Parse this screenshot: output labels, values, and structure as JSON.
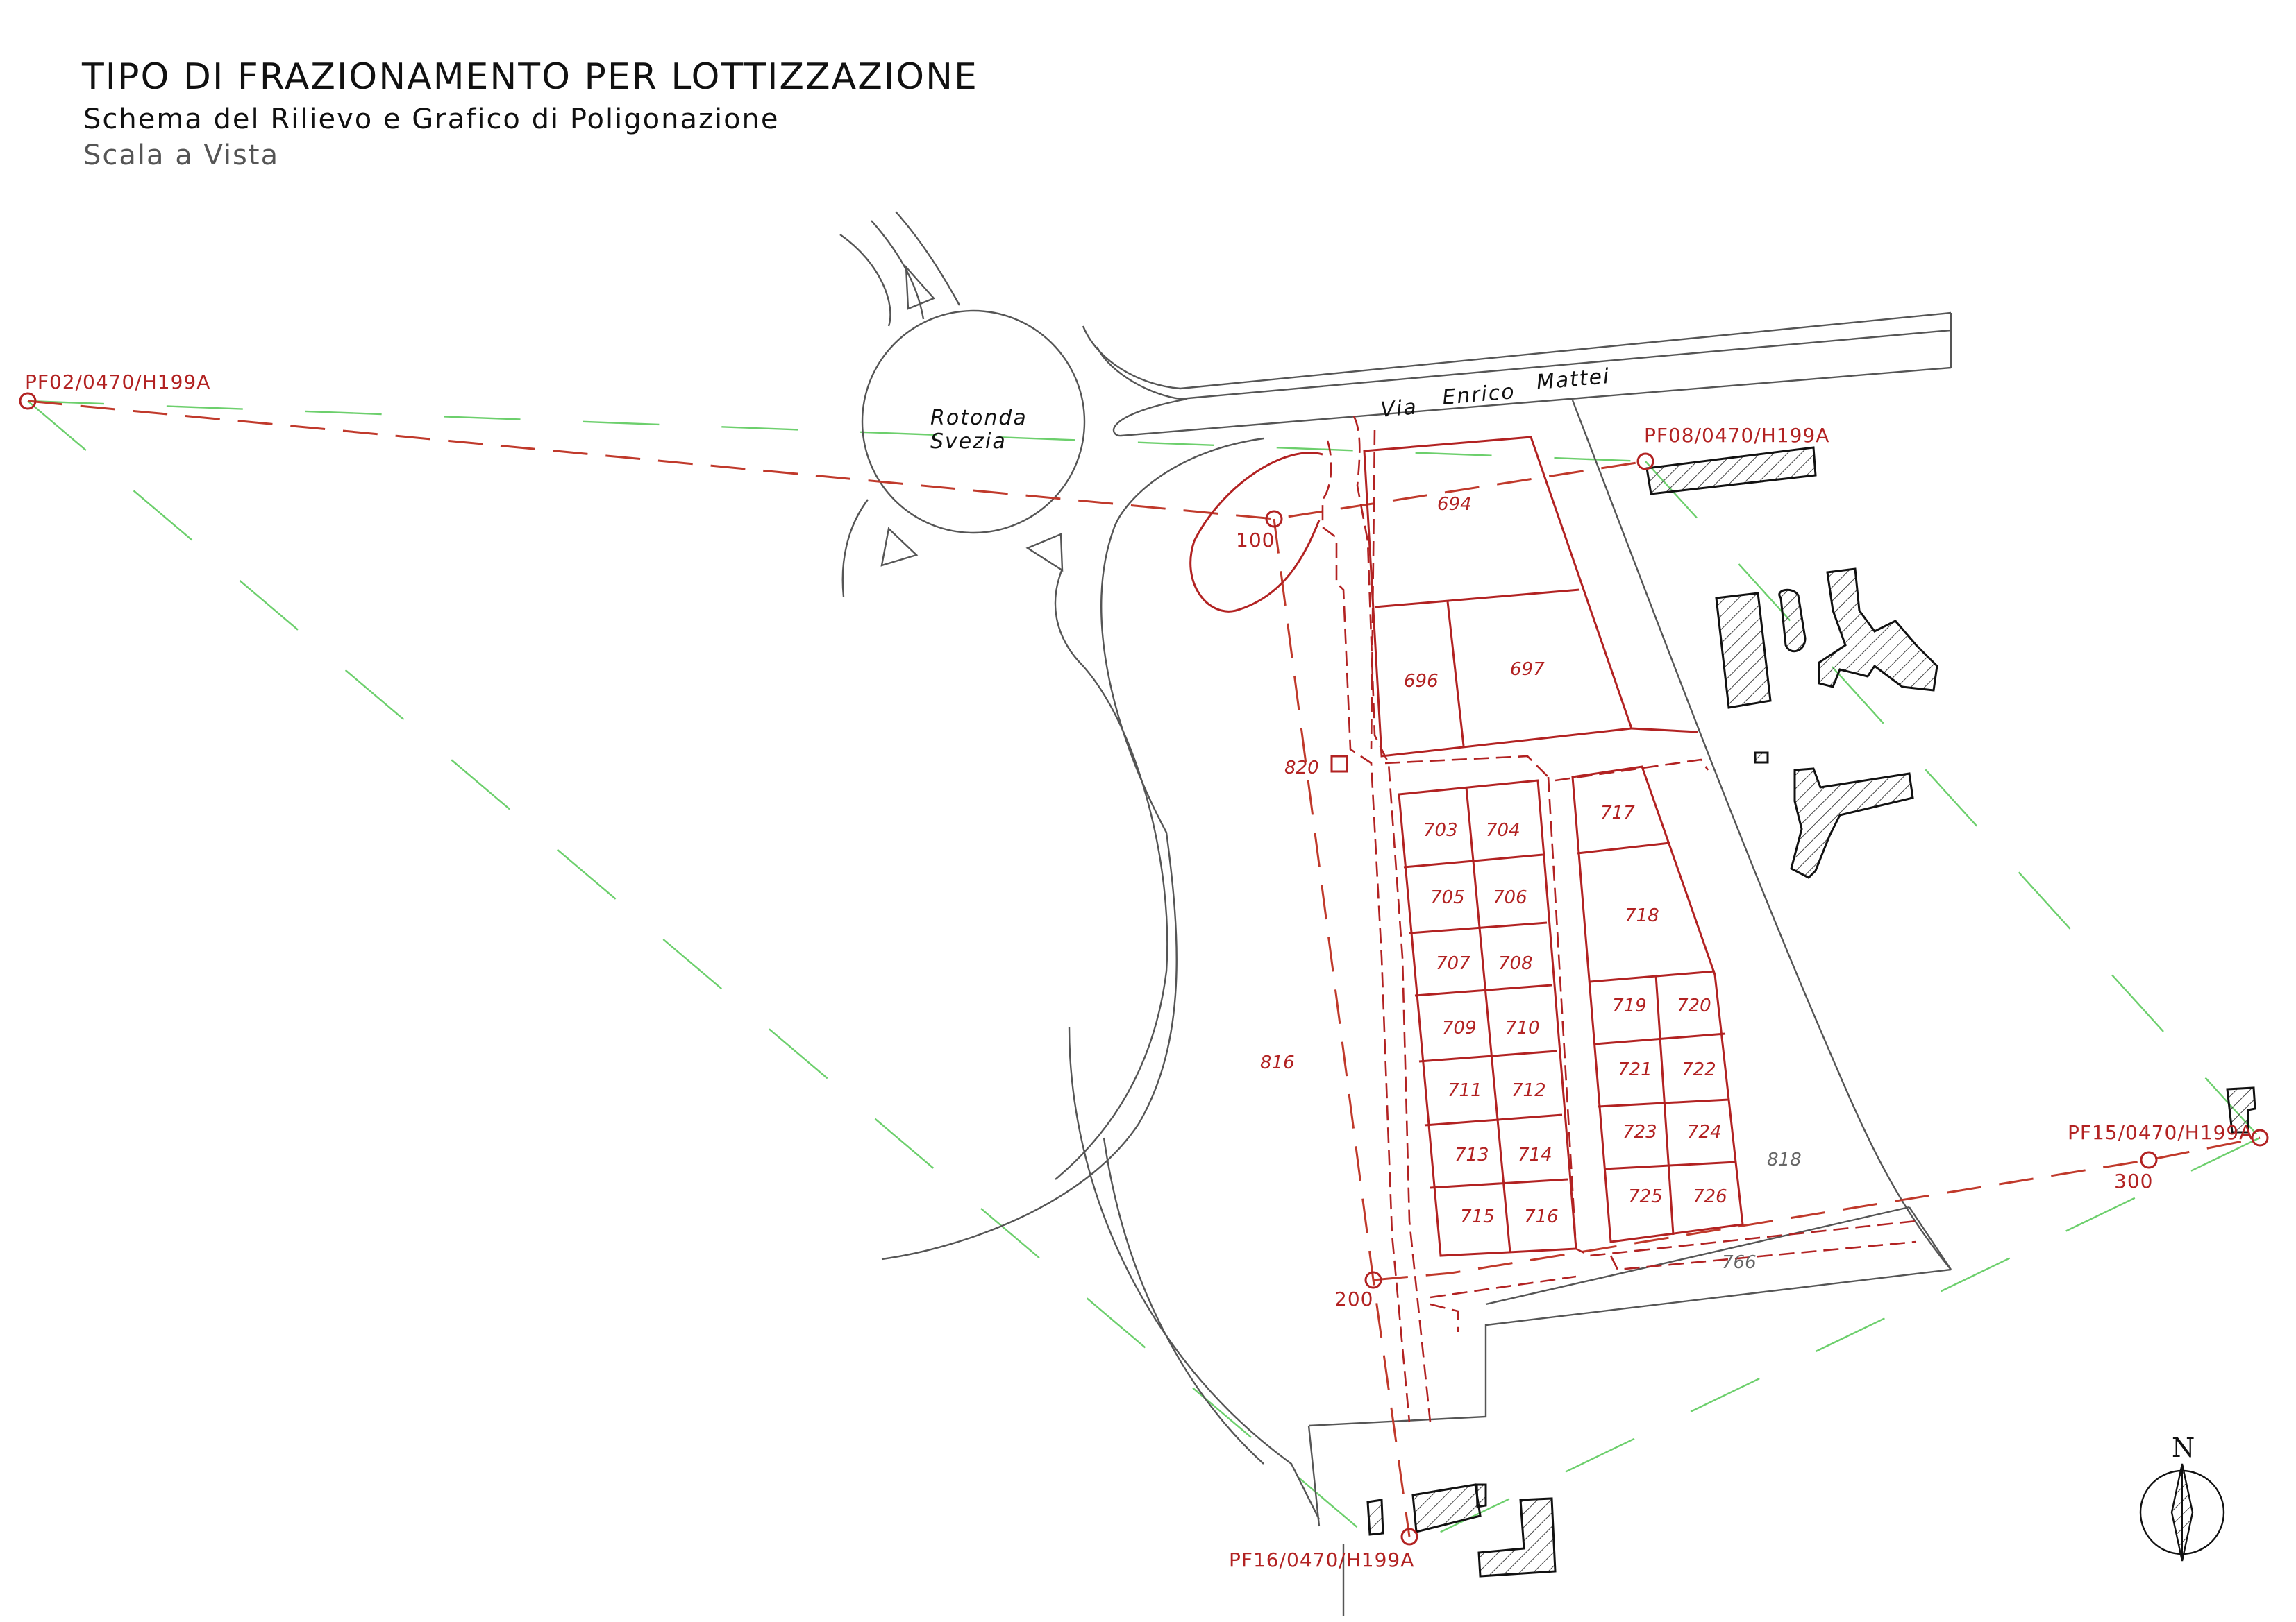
{
  "header": {
    "title": "TIPO DI FRAZIONAMENTO PER LOTTIZZAZIONE",
    "subtitle": "Schema del Rilievo e Grafico di Poligonazione",
    "scale": "Scala a Vista"
  },
  "roads": {
    "street": [
      "Via",
      "Enrico",
      "Mattei"
    ],
    "roundabout": [
      "Rotonda",
      "Svezia"
    ]
  },
  "lots": {
    "l694": "694",
    "l696": "696",
    "l697": "697",
    "l703": "703",
    "l704": "704",
    "l705": "705",
    "l706": "706",
    "l707": "707",
    "l708": "708",
    "l709": "709",
    "l710": "710",
    "l711": "711",
    "l712": "712",
    "l713": "713",
    "l714": "714",
    "l715": "715",
    "l716": "716",
    "l717": "717",
    "l718": "718",
    "l719": "719",
    "l720": "720",
    "l721": "721",
    "l722": "722",
    "l723": "723",
    "l724": "724",
    "l725": "725",
    "l726": "726",
    "l766": "766",
    "l816": "816",
    "l818": "818",
    "l820": "820"
  },
  "survey_points": {
    "pf02": "PF02/0470/H199A",
    "pf08": "PF08/0470/H199A",
    "pf15": "PF15/0470/H199A",
    "pf16": "PF16/0470/H199A",
    "s100": "100",
    "s200": "200",
    "s300": "300"
  },
  "north": "N",
  "colors": {
    "lot_lines": "#b22222",
    "traverse": "#c0392b",
    "aux_lines": "#6ccf6c",
    "roads": "#555555",
    "buildings": "#111111"
  }
}
